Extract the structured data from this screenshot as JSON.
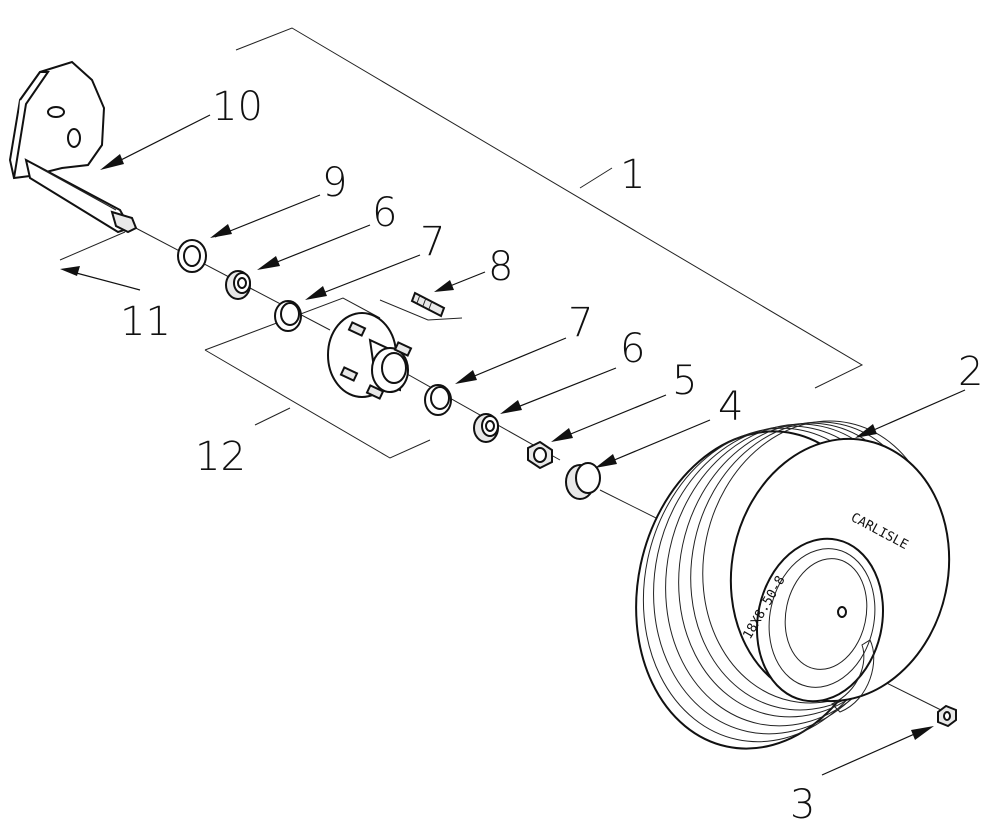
{
  "diagram": {
    "callouts": [
      {
        "id": "c1",
        "label": "1"
      },
      {
        "id": "c2",
        "label": "2"
      },
      {
        "id": "c3",
        "label": "3"
      },
      {
        "id": "c4",
        "label": "4"
      },
      {
        "id": "c5",
        "label": "5"
      },
      {
        "id": "c6a",
        "label": "6"
      },
      {
        "id": "c6b",
        "label": "6"
      },
      {
        "id": "c7a",
        "label": "7"
      },
      {
        "id": "c7b",
        "label": "7"
      },
      {
        "id": "c8",
        "label": "8"
      },
      {
        "id": "c9",
        "label": "9"
      },
      {
        "id": "c10",
        "label": "10"
      },
      {
        "id": "c11",
        "label": "11"
      },
      {
        "id": "c12",
        "label": "12"
      }
    ],
    "tire": {
      "brand": "CARLISLE",
      "size": "18X8.50-8"
    }
  }
}
